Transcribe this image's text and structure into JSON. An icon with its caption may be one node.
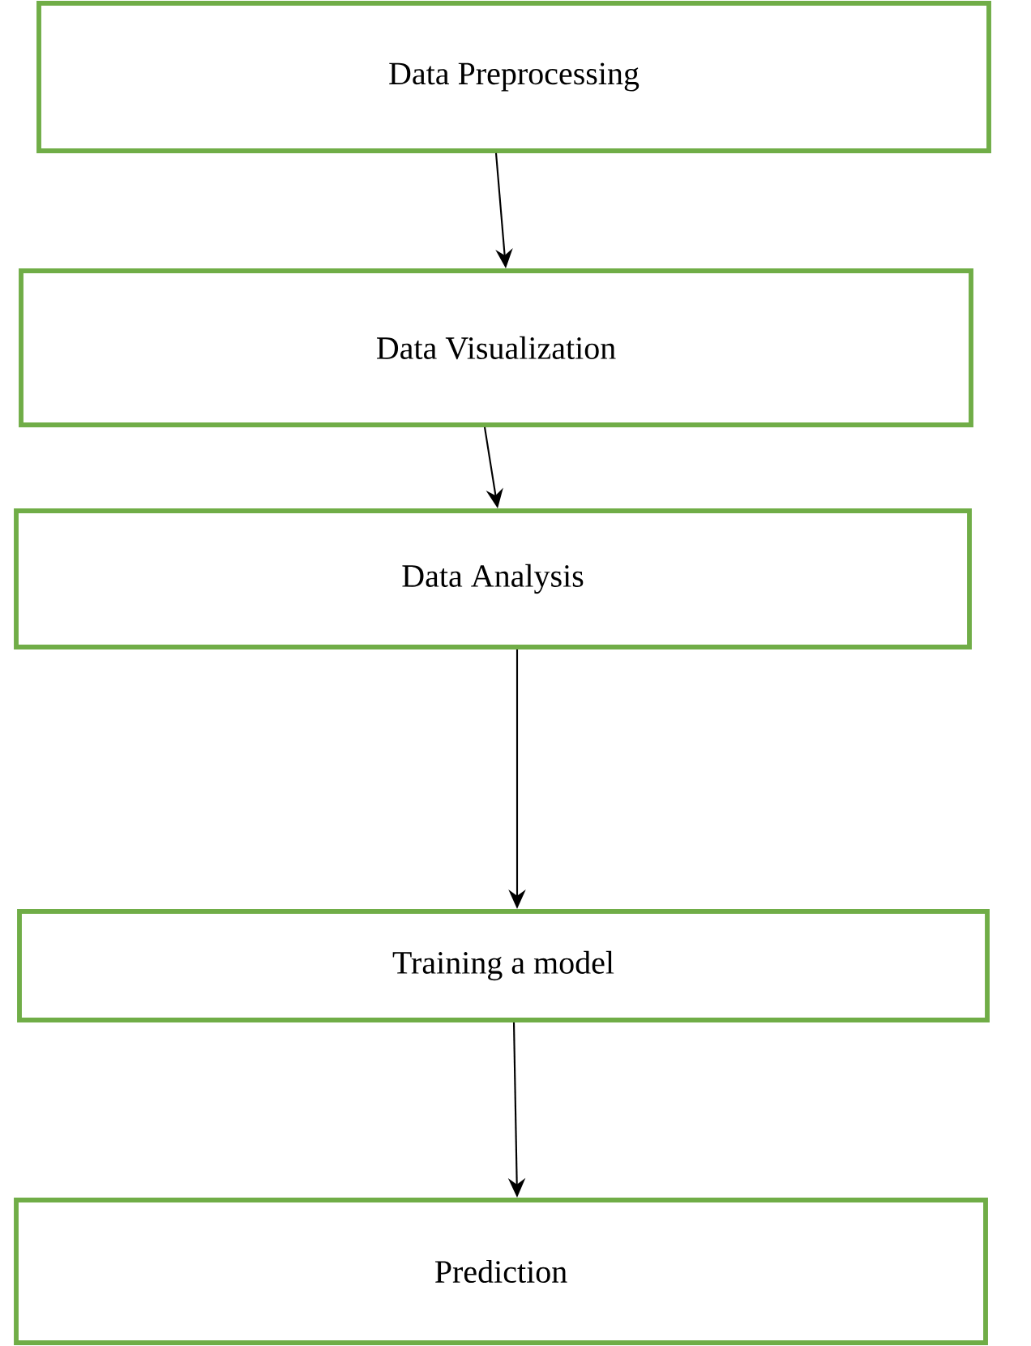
{
  "diagram": {
    "nodes": [
      {
        "text": [
          "Data Preprocessing"
        ]
      },
      {
        "text": [
          "Data Visualization"
        ]
      },
      {
        "text": [
          "Data Analysis"
        ]
      },
      {
        "text": [
          "Training a model"
        ]
      },
      {
        "text": [
          "Prediction"
        ]
      }
    ],
    "edges": [
      {
        "from": 0,
        "to": 1,
        "arrow": "to"
      },
      {
        "from": 1,
        "to": 2,
        "arrow": "to"
      },
      {
        "from": 2,
        "to": 3,
        "arrow": "to"
      },
      {
        "from": 3,
        "to": 4,
        "arrow": "to"
      }
    ]
  }
}
